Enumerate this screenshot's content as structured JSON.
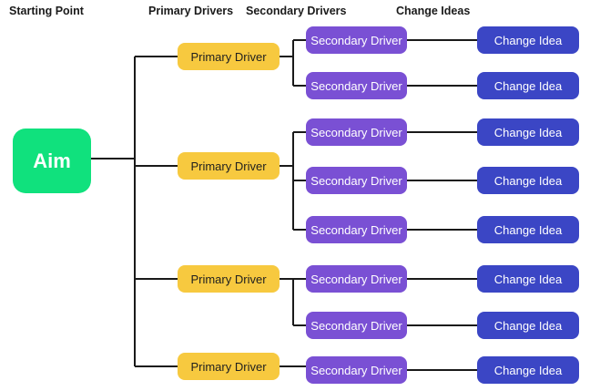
{
  "headers": {
    "starting_point": "Starting Point",
    "primary_drivers": "Primary Drivers",
    "secondary_drivers": "Secondary Drivers",
    "change_ideas": "Change Ideas"
  },
  "colors": {
    "aim_green": "#10E17D",
    "primary_yellow": "#F7C93F",
    "secondary_purple": "#7A50D4",
    "change_idea_blue": "#3B46C5",
    "connector_black": "#1A1A1A",
    "background": "#FFFFFF"
  },
  "aim": {
    "label": "Aim"
  },
  "primary_drivers": [
    {
      "label": "Primary Driver"
    },
    {
      "label": "Primary Driver"
    },
    {
      "label": "Primary Driver"
    },
    {
      "label": "Primary Driver"
    }
  ],
  "secondary_drivers": [
    {
      "label": "Secondary Driver"
    },
    {
      "label": "Secondary Driver"
    },
    {
      "label": "Secondary Driver"
    },
    {
      "label": "Secondary Driver"
    },
    {
      "label": "Secondary Driver"
    },
    {
      "label": "Secondary Driver"
    },
    {
      "label": "Secondary Driver"
    },
    {
      "label": "Secondary Driver"
    }
  ],
  "change_ideas": [
    {
      "label": "Change Idea"
    },
    {
      "label": "Change Idea"
    },
    {
      "label": "Change Idea"
    },
    {
      "label": "Change Idea"
    },
    {
      "label": "Change Idea"
    },
    {
      "label": "Change Idea"
    },
    {
      "label": "Change Idea"
    },
    {
      "label": "Change Idea"
    }
  ],
  "structure": {
    "aim_connects_to_primary_drivers": [
      1,
      2,
      3,
      4
    ],
    "primary_to_secondary": {
      "1": [
        1,
        2
      ],
      "2": [
        3,
        4,
        5
      ],
      "3": [
        6,
        7
      ],
      "4": [
        8
      ]
    },
    "secondary_to_change_idea": "one-to-one"
  }
}
